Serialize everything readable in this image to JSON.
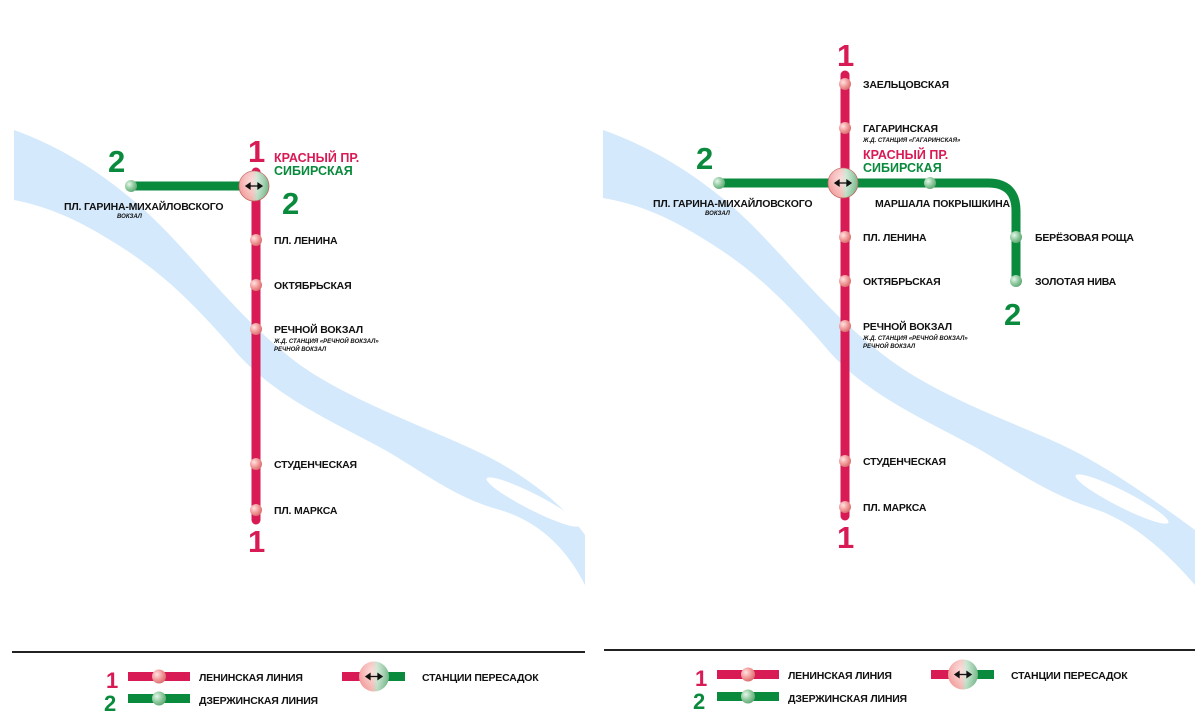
{
  "colors": {
    "line1": "#d81a55",
    "line2": "#0a8a3c",
    "river": "#d4e9fb",
    "station_red": "#ef9a9a",
    "station_green": "#8fca9e",
    "divider": "#222222"
  },
  "line_numbers": {
    "line1": "1",
    "line2": "2"
  },
  "left_map": {
    "interchange": {
      "red_name": "КРАСНЫЙ ПР.",
      "green_name": "СИБИРСКАЯ",
      "icon": "double-arrow-icon"
    },
    "stations": {
      "garina": "ПЛ. ГАРИНА-МИХАЙЛОВСКОГО",
      "garina_sub": "ВОКЗАЛ",
      "lenina": "ПЛ. ЛЕНИНА",
      "oktyabrskaya": "ОКТЯБРЬСКАЯ",
      "rechnoy": "РЕЧНОЙ ВОКЗАЛ",
      "rechnoy_sub1": "Ж.Д. СТАНЦИЯ «РЕЧНОЙ ВОКЗАЛ»",
      "rechnoy_sub2": "РЕЧНОЙ ВОКЗАЛ",
      "studencheskaya": "СТУДЕНЧЕСКАЯ",
      "marksa": "ПЛ. МАРКСА"
    }
  },
  "right_map": {
    "interchange": {
      "red_name": "КРАСНЫЙ ПР.",
      "green_name": "СИБИРСКАЯ",
      "icon": "double-arrow-icon"
    },
    "stations": {
      "zaeltsovskaya": "ЗАЕЛЬЦОВСКАЯ",
      "gagarinskaya": "ГАГАРИНСКАЯ",
      "gagarinskaya_sub": "Ж.Д. СТАНЦИЯ «ГАГАРИНСКАЯ»",
      "garina": "ПЛ. ГАРИНА-МИХАЙЛОВСКОГО",
      "garina_sub": "ВОКЗАЛ",
      "pokryshkina": "МАРШАЛА ПОКРЫШКИНА",
      "berezovaya": "БЕРЁЗОВАЯ РОЩА",
      "zolotaya": "ЗОЛОТАЯ НИВА",
      "lenina": "ПЛ. ЛЕНИНА",
      "oktyabrskaya": "ОКТЯБРЬСКАЯ",
      "rechnoy": "РЕЧНОЙ ВОКЗАЛ",
      "rechnoy_sub1": "Ж.Д. СТАНЦИЯ «РЕЧНОЙ ВОКЗАЛ»",
      "rechnoy_sub2": "РЕЧНОЙ ВОКЗАЛ",
      "studencheskaya": "СТУДЕНЧЕСКАЯ",
      "marksa": "ПЛ. МАРКСА"
    }
  },
  "legend": {
    "line1_label": "ЛЕНИНСКАЯ ЛИНИЯ",
    "line2_label": "ДЗЕРЖИНСКАЯ ЛИНИЯ",
    "transfer_label": "СТАНЦИИ ПЕРЕСАДОК"
  }
}
